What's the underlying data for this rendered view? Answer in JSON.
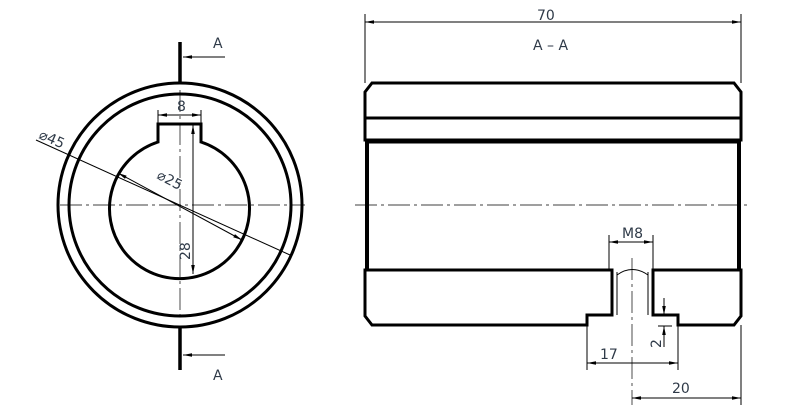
{
  "drawing": {
    "section_label_top": "A",
    "section_label_bottom": "A",
    "section_title": "A – A",
    "dims": {
      "outer_diameter": "⌀45",
      "bore_diameter": "⌀25",
      "key_width": "8",
      "key_depth": "28",
      "length": "70",
      "thread": "M8",
      "counterbore_width": "17",
      "counterbore_depth": "2",
      "hole_position": "20"
    }
  }
}
